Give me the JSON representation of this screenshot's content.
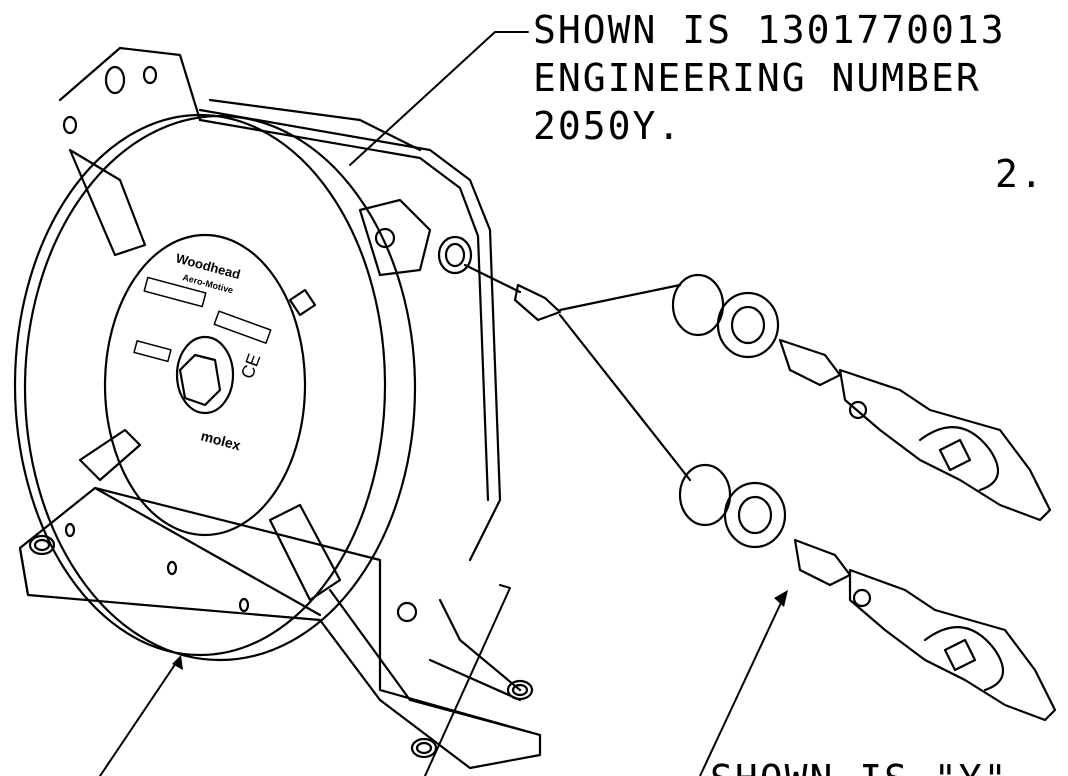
{
  "callouts": {
    "top_note_line1": "SHOWN IS 1301770013",
    "top_note_line2": "ENGINEERING NUMBER",
    "top_note_line3": "2050Y.",
    "item_number": "2.",
    "bottom_note_partial": "SHOWN IS \"Y\""
  },
  "label_plate": {
    "brand": "Woodhead",
    "product": "Aero-Motive",
    "maker": "molex",
    "ce_mark": "CE"
  },
  "colors": {
    "line": "#000000",
    "background": "#ffffff"
  }
}
